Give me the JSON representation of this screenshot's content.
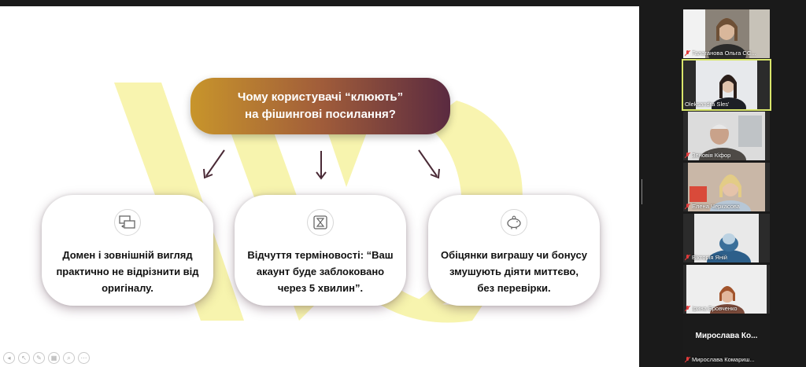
{
  "slide": {
    "title_line1": "Чому користувачі “клюють”",
    "title_line2": "на фішингові посилання?",
    "cards": [
      {
        "icon": "transfer-screens-icon",
        "lines": [
          "Домен і зовнішній вигляд",
          "практично не відрізнити від",
          "оригіналу."
        ]
      },
      {
        "icon": "hourglass-icon",
        "lines": [
          "Відчуття терміновості: “Ваш",
          "акаунт буде заблоковано",
          "через 5 хвилин”."
        ]
      },
      {
        "icon": "piggy-bank-icon",
        "lines": [
          "Обіцянки виграшу чи бонусу",
          "змушують діяти миттєво,",
          "без перевірки."
        ]
      }
    ],
    "colors": {
      "gradient_start": "#c8952b",
      "gradient_end": "#5a2a40",
      "watermark": "#f6f2a0",
      "arrow": "#4a2a36"
    }
  },
  "toolbar": {
    "buttons": [
      "previous-icon",
      "pointer-icon",
      "pen-icon",
      "slides-icon",
      "zoom-icon",
      "more-icon"
    ]
  },
  "participants": [
    {
      "name": "Галаганова Ольга СС...",
      "muted": true,
      "active": false
    },
    {
      "name": "Oleksandra Sles'",
      "muted": false,
      "active": true
    },
    {
      "name": "Зеновія Кіфор",
      "muted": true,
      "active": false
    },
    {
      "name": "Елена Черкасова",
      "muted": true,
      "active": false
    },
    {
      "name": "Вікторія Яній",
      "muted": true,
      "active": false
    },
    {
      "name": "Ірина Бровченко",
      "muted": true,
      "active": false
    },
    {
      "name": "Мирослава Комариш...",
      "display_name": "Мирослава Ко...",
      "muted": true,
      "active": false
    }
  ]
}
